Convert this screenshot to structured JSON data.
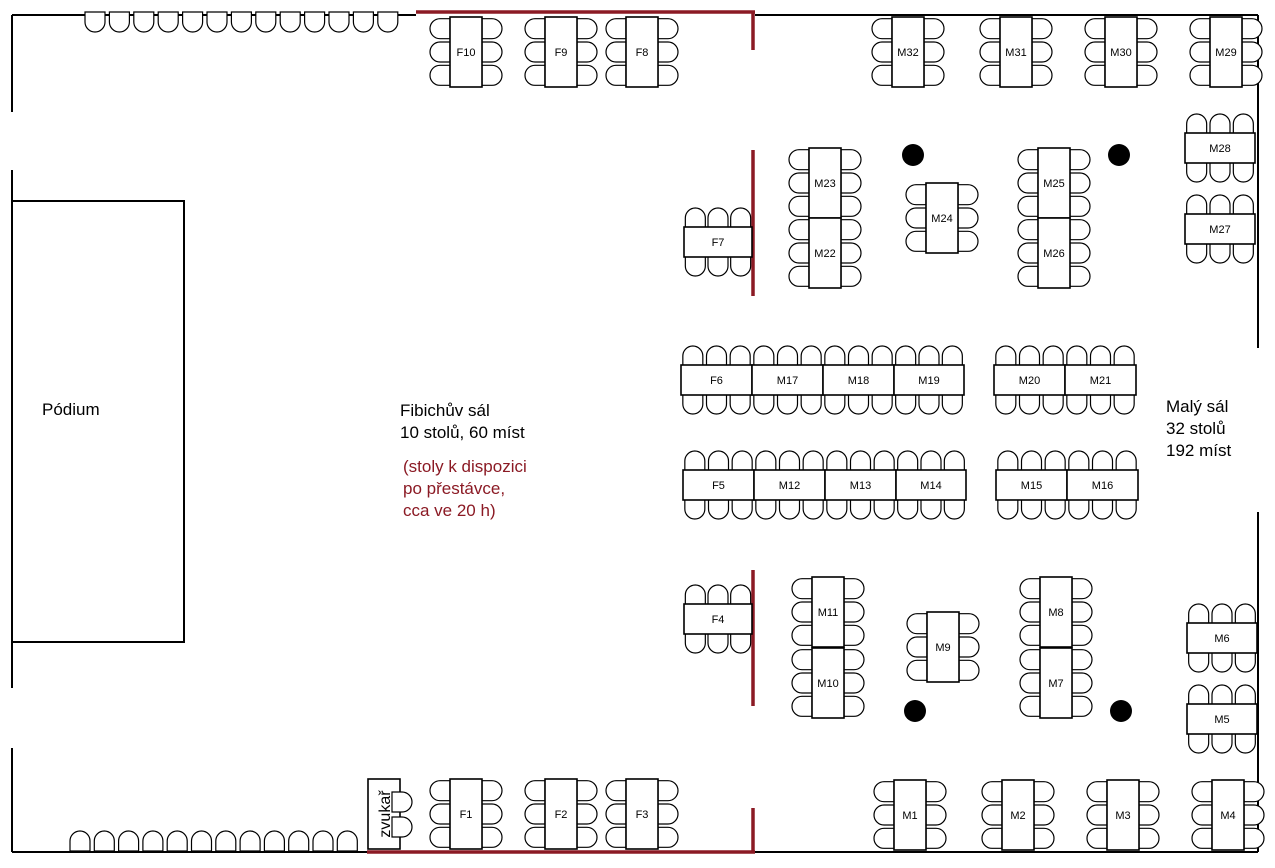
{
  "colors": {
    "line": "#000000",
    "partition": "#8b1a24",
    "note": "#8b1a24",
    "background": "#ffffff"
  },
  "podium": {
    "label": "Pódium"
  },
  "fibich_hall": {
    "title": "Fibichův sál",
    "capacity": "10 stolů, 60 míst",
    "note_lines": [
      "(stoly k dispozici",
      "po přestávce,",
      "cca ve 20 h)"
    ]
  },
  "small_hall": {
    "title": "Malý sál",
    "tables_count": "32 stolů",
    "seats_count": "192 míst"
  },
  "sound_booth": {
    "label": "zvukař"
  },
  "tables": [
    "F1",
    "F2",
    "F3",
    "F4",
    "F5",
    "F6",
    "F7",
    "F8",
    "F9",
    "F10",
    "M1",
    "M2",
    "M3",
    "M4",
    "M5",
    "M6",
    "M7",
    "M8",
    "M9",
    "M10",
    "M11",
    "M12",
    "M13",
    "M14",
    "M15",
    "M16",
    "M17",
    "M18",
    "M19",
    "M20",
    "M21",
    "M22",
    "M23",
    "M24",
    "M25",
    "M26",
    "M27",
    "M28",
    "M29",
    "M30",
    "M31",
    "M32"
  ]
}
